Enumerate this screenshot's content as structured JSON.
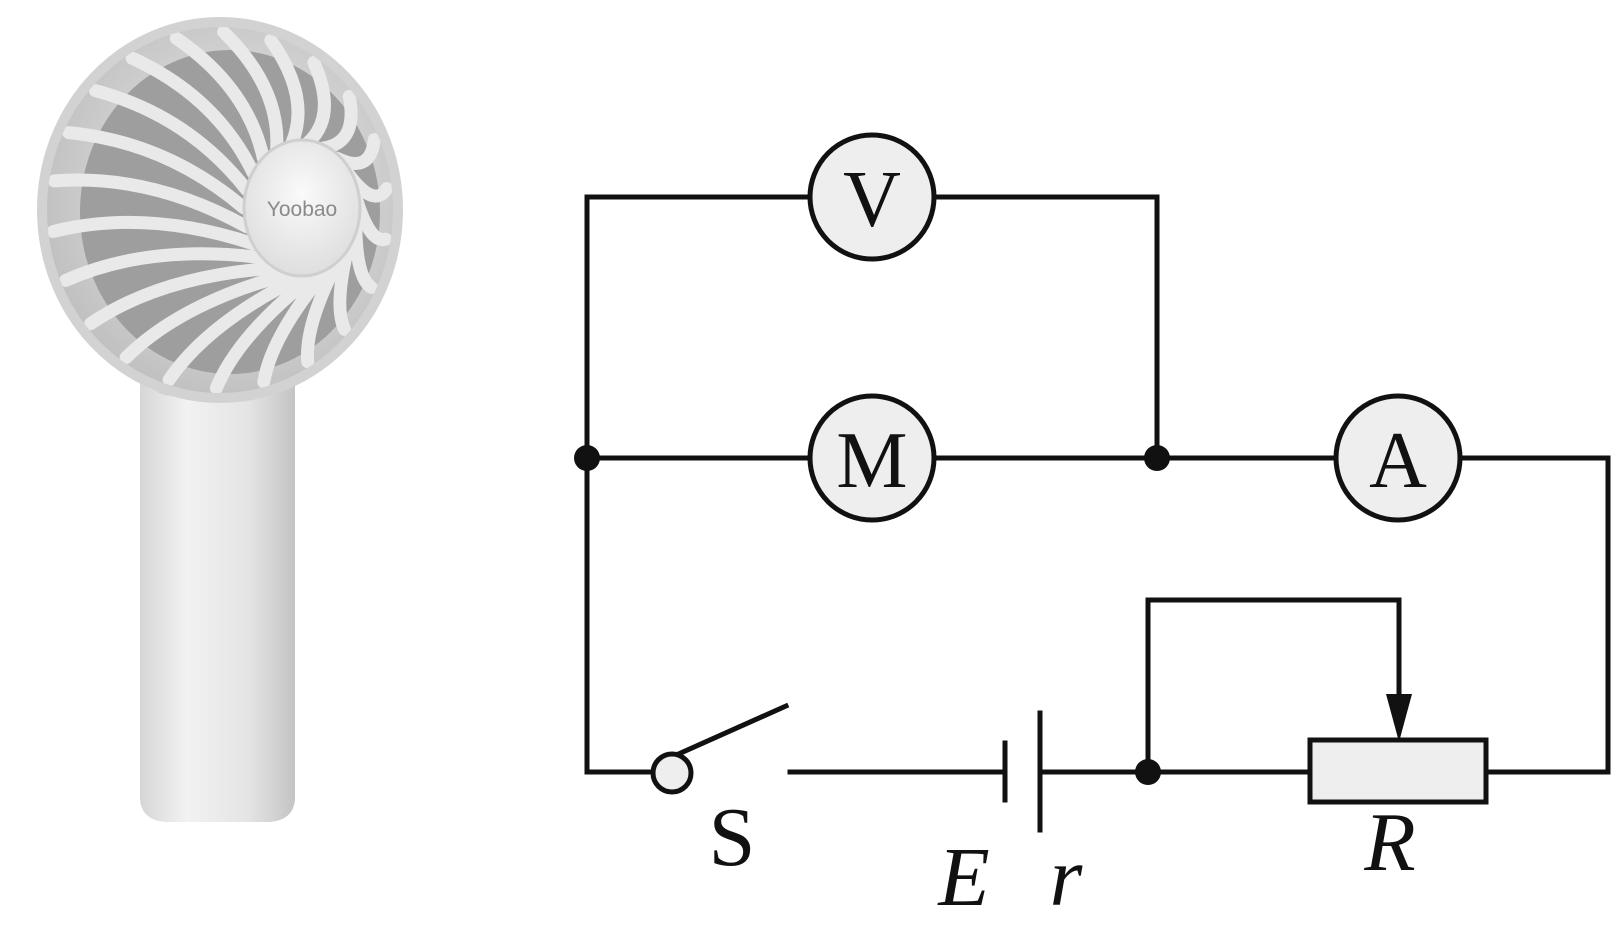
{
  "fan": {
    "brand": "Yoobao",
    "body_color": "#e6e6e6",
    "shade_color": "#c8c8c8"
  },
  "circuit": {
    "voltmeter": "V",
    "motor": "M",
    "ammeter": "A",
    "switch": "S",
    "emf": "E",
    "internal_resistance": "r",
    "resistor": "R",
    "meter_fill": "#eeeeee",
    "wire_color": "#111111"
  }
}
